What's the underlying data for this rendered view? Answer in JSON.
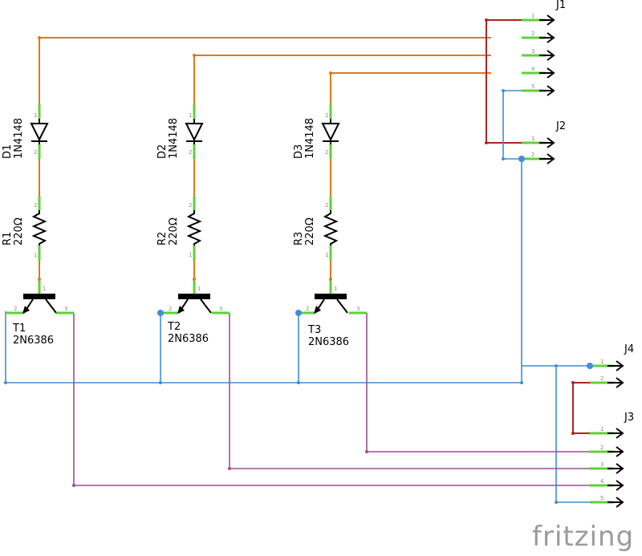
{
  "components": {
    "d1": {
      "ref": "D1",
      "part": "1N4148"
    },
    "d2": {
      "ref": "D2",
      "part": "1N4148"
    },
    "d3": {
      "ref": "D3",
      "part": "1N4148"
    },
    "r1": {
      "ref": "R1",
      "value": "220Ω"
    },
    "r2": {
      "ref": "R2",
      "value": "220Ω"
    },
    "r3": {
      "ref": "R3",
      "value": "220Ω"
    },
    "t1": {
      "ref": "T1",
      "part": "2N6386"
    },
    "t2": {
      "ref": "T2",
      "part": "2N6386"
    },
    "t3": {
      "ref": "T3",
      "part": "2N6386"
    }
  },
  "connectors": {
    "j1": {
      "ref": "J1",
      "pins": [
        "1",
        "2",
        "3",
        "4",
        "5"
      ]
    },
    "j2": {
      "ref": "J2",
      "pins": [
        "1",
        "2"
      ]
    },
    "j3": {
      "ref": "J3",
      "pins": [
        "1",
        "2",
        "3",
        "4",
        "5"
      ]
    },
    "j4": {
      "ref": "J4",
      "pins": [
        "1",
        "2"
      ]
    }
  },
  "pin_numbers": {
    "one": "1",
    "two": "2",
    "three": "3"
  },
  "wire_colors": {
    "orange": "#e07818",
    "red": "#b22222",
    "blue": "#418dd9",
    "purple": "#9a4f9a",
    "green": "#5fd03a",
    "black": "#000000"
  },
  "logo": "fritzing"
}
